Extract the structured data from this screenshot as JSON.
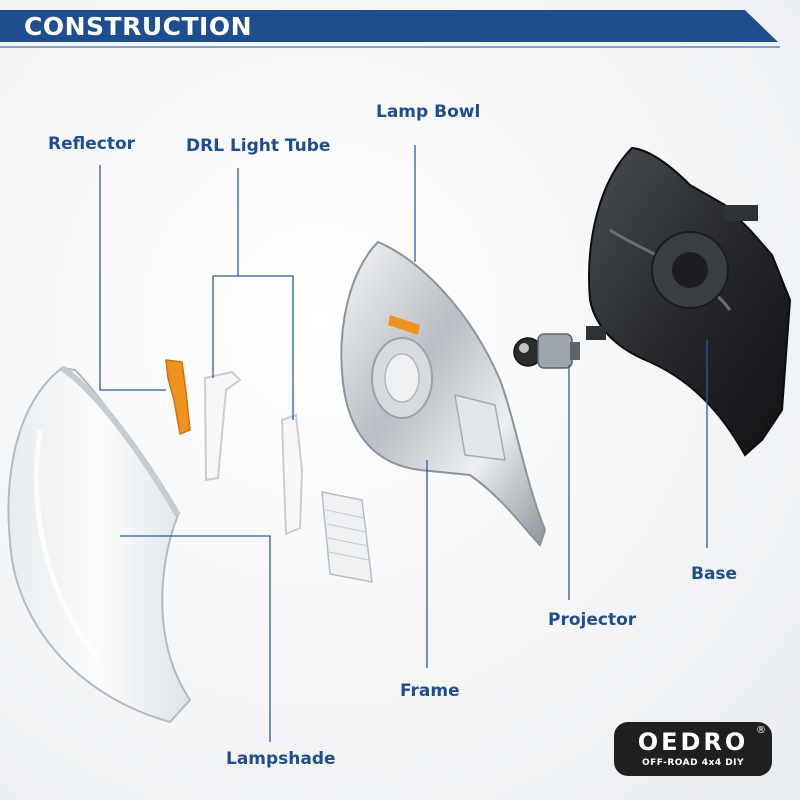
{
  "header": {
    "title": "CONSTRUCTION"
  },
  "labels": {
    "reflector": "Reflector",
    "drl_light_tube": "DRL Light Tube",
    "lamp_bowl": "Lamp Bowl",
    "base": "Base",
    "projector": "Projector",
    "frame": "Frame",
    "lampshade": "Lampshade"
  },
  "brand": {
    "name": "OEDRO",
    "registered": "®",
    "tagline": "OFF-ROAD 4x4 DIY"
  },
  "colors": {
    "banner": "#1f4e8f",
    "label": "#1f4e8f",
    "leader_line": "#2d5aa0",
    "reflector_orange": "#f0931e",
    "logo_bg": "#1f1f1f"
  }
}
